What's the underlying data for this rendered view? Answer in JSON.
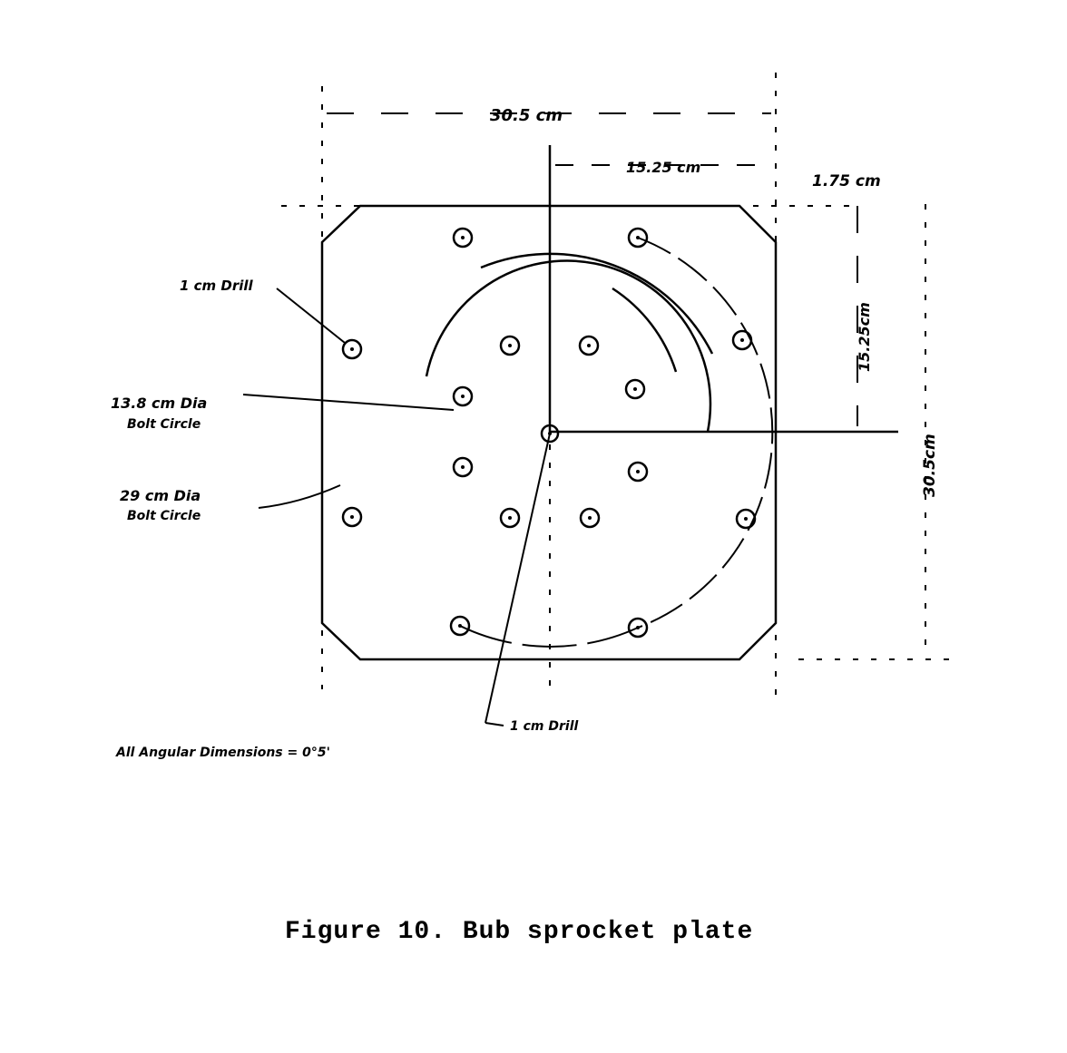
{
  "figure": {
    "caption": "Figure 10. Bub sprocket plate",
    "labels": {
      "width_total": "30.5 cm",
      "half_width": "15.25 cm",
      "corner_offset": "1.75 cm",
      "half_height": "15.25cm",
      "height_total": "30.5cm",
      "drill_top": "1 cm Drill",
      "inner_circle_line1": "13.8 cm Dia",
      "inner_circle_line2": "Bolt Circle",
      "outer_circle_line1": "29 cm Dia",
      "outer_circle_line2": "Bolt Circle",
      "drill_center": "1 cm Drill",
      "angular_note": "All Angular Dimensions = 0°5'"
    }
  }
}
